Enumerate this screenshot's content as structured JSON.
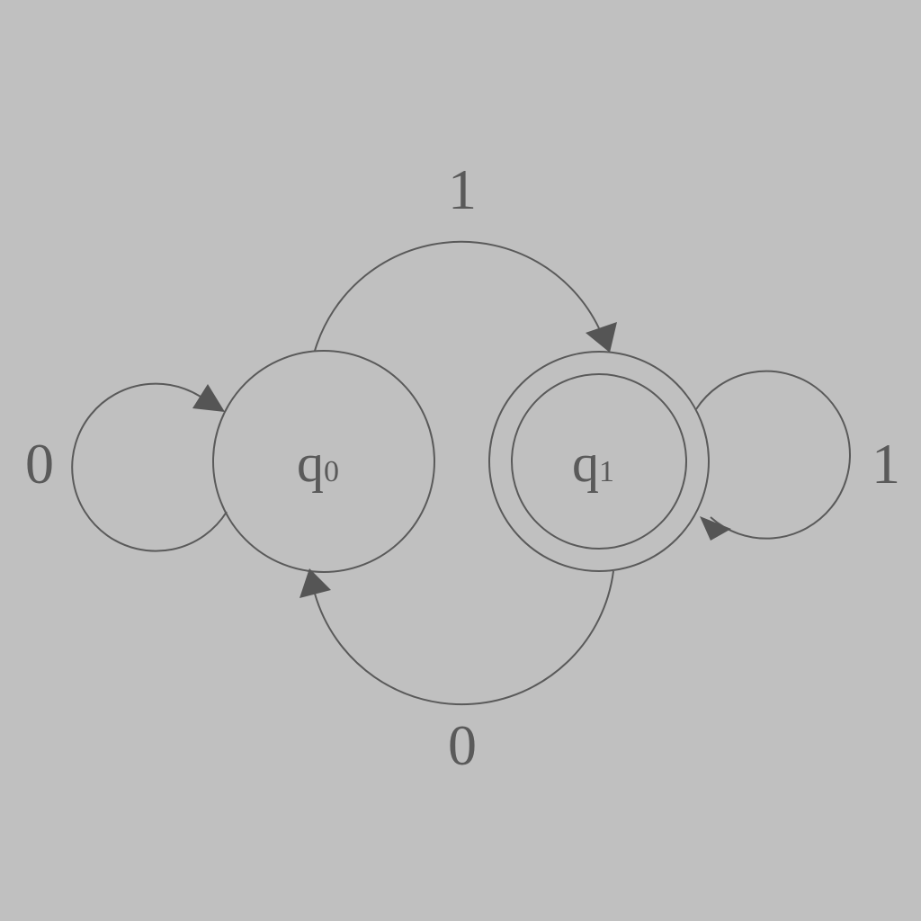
{
  "diagram": {
    "type": "finite-automaton",
    "colors": {
      "background": "#c0c0c0",
      "stroke": "#5a5a5a",
      "arrowhead": "#555555"
    },
    "states": [
      {
        "id": "q0",
        "name": "q",
        "subscript": "0",
        "accepting": false
      },
      {
        "id": "q1",
        "name": "q",
        "subscript": "1",
        "accepting": true
      }
    ],
    "transitions": [
      {
        "id": "t-q0-q0",
        "from": "q0",
        "to": "q0",
        "symbol": "0"
      },
      {
        "id": "t-q0-q1",
        "from": "q0",
        "to": "q1",
        "symbol": "1"
      },
      {
        "id": "t-q1-q1",
        "from": "q1",
        "to": "q1",
        "symbol": "1"
      },
      {
        "id": "t-q1-q0",
        "from": "q1",
        "to": "q0",
        "symbol": "0"
      }
    ]
  }
}
